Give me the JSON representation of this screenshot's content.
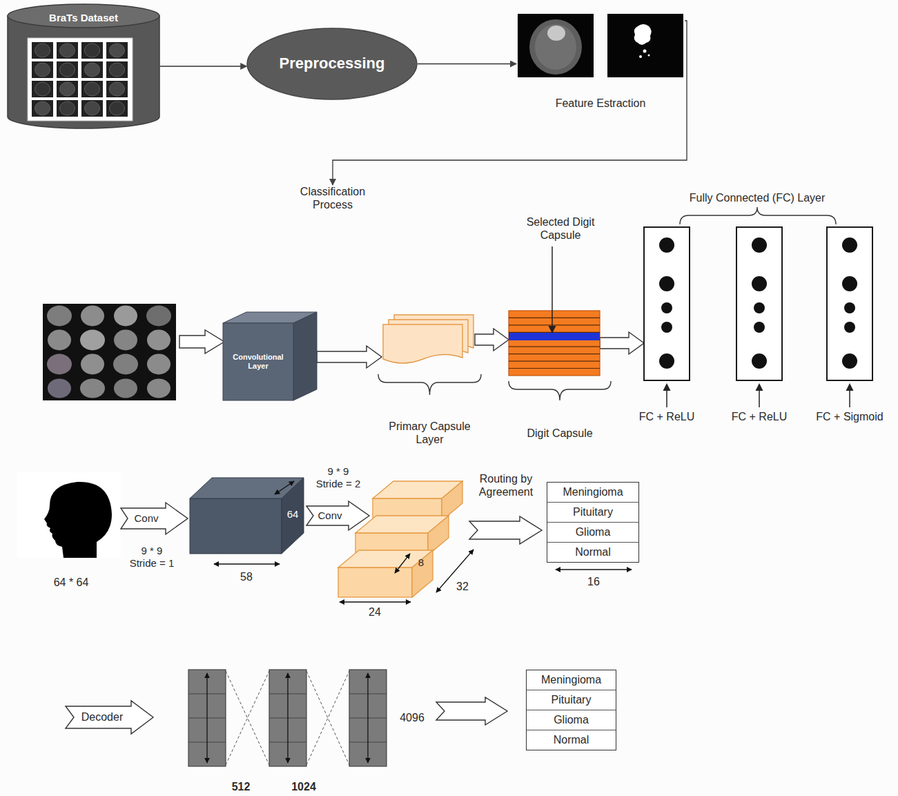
{
  "diagram": {
    "nodes": [
      {
        "text": [
          "BraTs Dataset"
        ]
      },
      {
        "text": [
          "Preprocessing"
        ]
      },
      {
        "text": [
          "Feature Estraction"
        ]
      },
      {
        "text": [
          "Classification Process"
        ]
      },
      {
        "text": [
          "Convolutional Layer"
        ]
      },
      {
        "text": [
          "Primary Capsule Layer"
        ]
      },
      {
        "text": [
          "Digit Capsule"
        ]
      },
      {
        "text": [
          "FC + ReLU"
        ]
      },
      {
        "text": [
          "FC + ReLU"
        ]
      },
      {
        "text": [
          "FC + Sigmoid"
        ]
      },
      {
        "text": [
          "Meningioma",
          "Pituitary",
          "Glioma",
          "Normal"
        ]
      },
      {
        "text": [
          "Meningioma",
          "Pituitary",
          "Glioma",
          "Normal"
        ]
      }
    ],
    "edges": [
      {
        "from": 0,
        "to": 1,
        "arrow": "to"
      },
      {
        "from": 1,
        "to": 2,
        "arrow": "to"
      },
      {
        "from": 2,
        "to": 3,
        "arrow": "to"
      },
      {
        "from": 4,
        "to": 5,
        "arrow": "to"
      },
      {
        "from": 5,
        "to": 6,
        "arrow": "to"
      },
      {
        "from": 6,
        "to": 7,
        "arrow": "to"
      }
    ],
    "labels": [
      "Selected Digit Capsule",
      "Fully Connected (FC) Layer",
      "Conv",
      "9 * 9",
      "Stride = 1",
      "64 * 64",
      "64",
      "58",
      "9 * 9",
      "Stride = 2",
      "Conv",
      "Routing by Agreement",
      "8",
      "32",
      "24",
      "16",
      "Decoder",
      "4096",
      "512",
      "1024"
    ]
  }
}
